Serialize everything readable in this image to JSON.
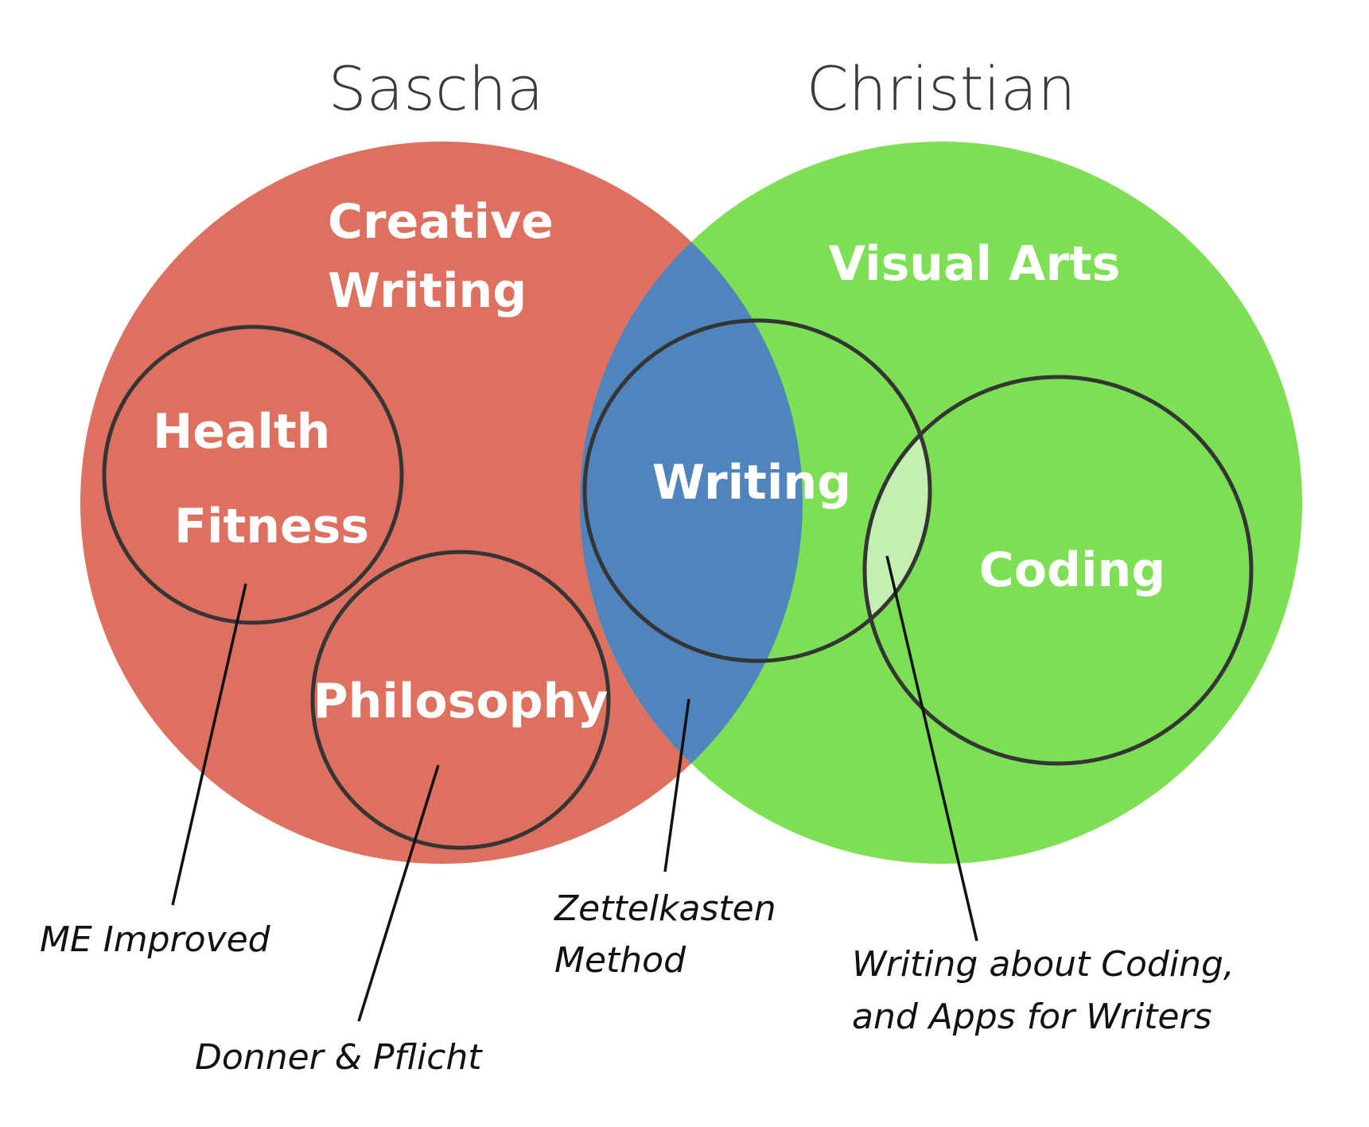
{
  "people": {
    "left": "Sascha",
    "right": "Christian"
  },
  "regions": {
    "creative_writing_line1": "Creative",
    "creative_writing_line2": "Writing",
    "visual_arts": "Visual Arts",
    "health": "Health",
    "fitness": "Fitness",
    "philosophy": "Philosophy",
    "writing": "Writing",
    "coding": "Coding"
  },
  "annotations": {
    "me_improved": "ME Improved",
    "donner": "Donner & Pflicht",
    "zettel_line1": "Zettelkasten",
    "zettel_line2": "Method",
    "writing_coding_line1": "Writing about Coding,",
    "writing_coding_line2": "and Apps for Writers"
  },
  "colors": {
    "sascha": "#dd705f",
    "christian": "#7ddf53",
    "overlap": "#4f84bc",
    "writing_coding_overlap": "#c5efb0",
    "outline": "#353535"
  }
}
